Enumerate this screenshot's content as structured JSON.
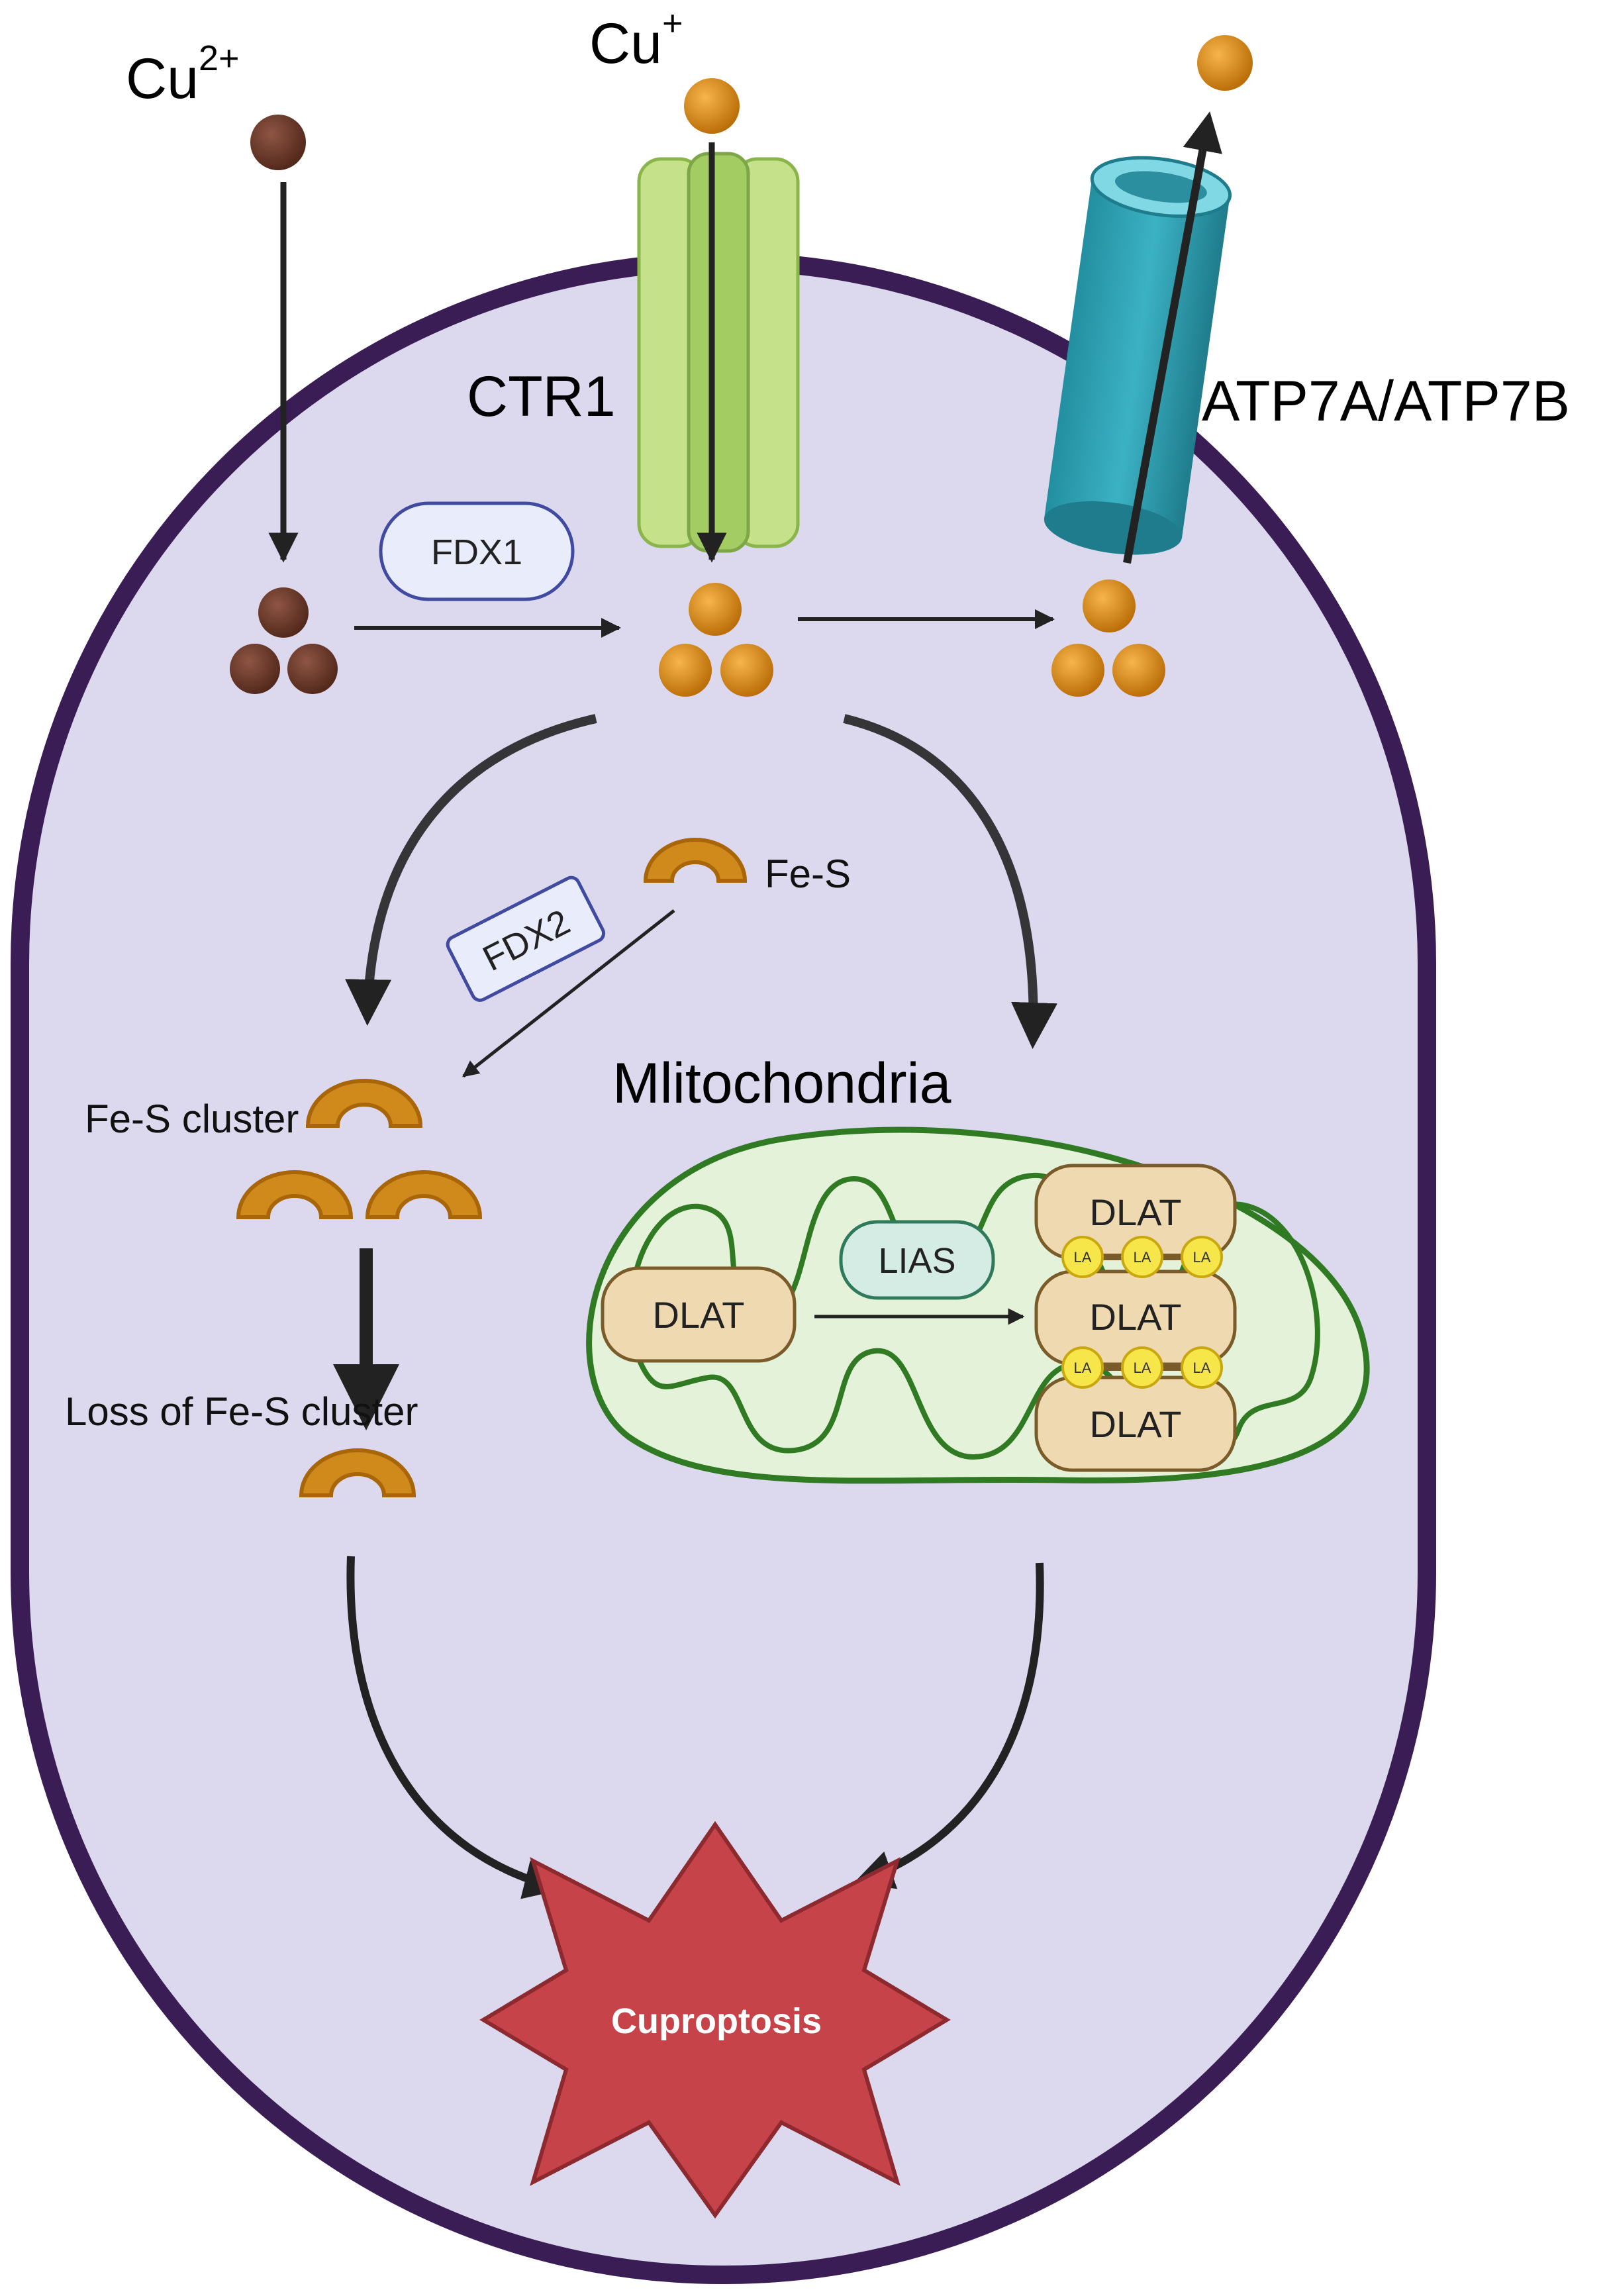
{
  "ions": {
    "cu2": {
      "base": "Cu",
      "sup": "2+"
    },
    "cu1": {
      "base": "Cu",
      "sup": "+"
    }
  },
  "labels": {
    "ctr1": "CTR1",
    "atp7": "ATP7A/ATP7B",
    "fdx1": "FDX1",
    "fdx2": "FDX2",
    "fes": "Fe-S",
    "fes_cluster": "Fe-S cluster",
    "loss_fes": "Loss of Fe-S cluster",
    "mitochondria": "Mlitochondria",
    "lias": "LIAS",
    "dlat": "DLAT",
    "la": "LA",
    "cuproptosis": "Cuproptosis"
  },
  "colors": {
    "cell_fill": "#dcd8ee",
    "cell_border": "#3a1d55",
    "cu2_ball": "#6e3b2c",
    "cu1_ball": "#d9870b",
    "ctr1_green": "#c5e28a",
    "atp7_teal": "#36a6b8",
    "mito_fill": "#e3f2d8",
    "mito_border": "#2f7a22",
    "dlat_fill": "#efd9b0",
    "la_fill": "#f6e64a",
    "star_fill": "#c7434a",
    "fes_cluster": "#d08a1c"
  }
}
